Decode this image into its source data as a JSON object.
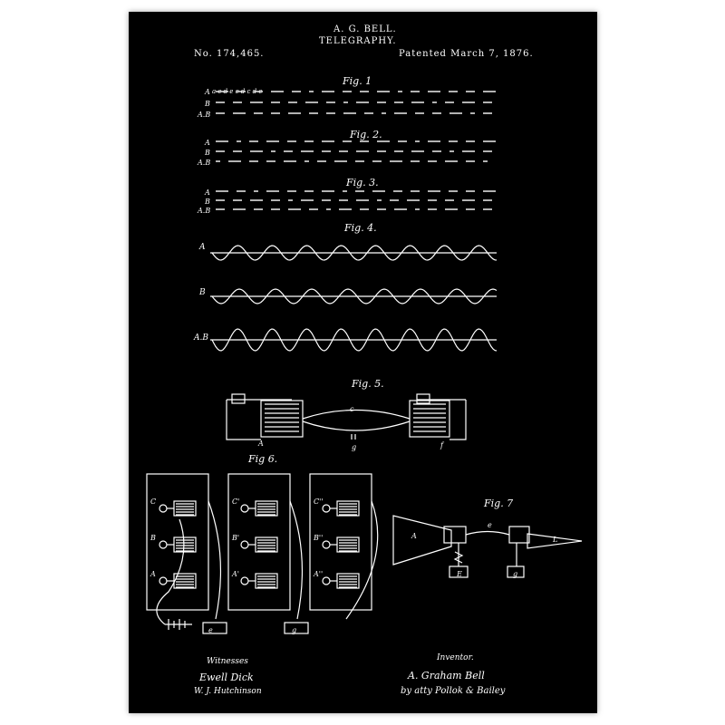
{
  "header": {
    "inventor_name": "A. G. BELL.",
    "subject": "TELEGRAPHY.",
    "patent_number": "No. 174,465.",
    "patent_date": "Patented March 7, 1876."
  },
  "figures": {
    "fig1": "Fig. 1",
    "fig2": "Fig. 2.",
    "fig3": "Fig. 3.",
    "fig4": "Fig. 4.",
    "fig5": "Fig. 5.",
    "fig6": "Fig 6.",
    "fig7": "Fig. 7"
  },
  "row_labels": {
    "a": "A",
    "b": "B",
    "ab": "A.B"
  },
  "fig1_letters": "a c d e c d c d c",
  "fig5_labels": {
    "A": "A",
    "f": "f",
    "g": "g",
    "c": "c"
  },
  "fig6_labels": {
    "C": "C",
    "B": "B",
    "A": "A",
    "Cp": "C'",
    "Bp": "B'",
    "Ap": "A'",
    "Cpp": "C''",
    "Bpp": "B''",
    "App": "A''",
    "e": "e",
    "g": "g"
  },
  "fig7_labels": {
    "A": "A",
    "L": "L",
    "E": "E",
    "g": "g",
    "e": "e"
  },
  "witnesses_label": "Witnesses",
  "inventor_label": "Inventor.",
  "witness1": "Ewell Dick",
  "witness2": "W. J. Hutchinson",
  "inventor_sig": "A. Graham Bell",
  "attorney_sig": "by atty Pollok & Bailey",
  "colors": {
    "poster_bg": "#000000",
    "ink": "#ffffff",
    "page_bg": "#ffffff"
  }
}
